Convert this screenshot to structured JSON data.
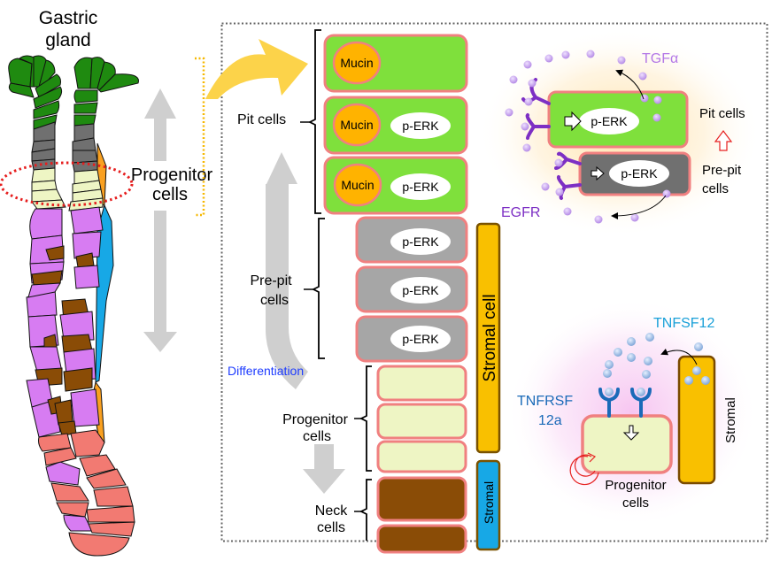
{
  "gland": {
    "title_line1": "Gastric",
    "title_line2": "gland",
    "progenitor_label_line1": "Progenitor",
    "progenitor_label_line2": "cells"
  },
  "column": {
    "pit_label": "Pit cells",
    "prepit_label_line1": "Pre-pit",
    "prepit_label_line2": "cells",
    "differentiation_label": "Differentiation",
    "progenitor_label_line1": "Progenitor",
    "progenitor_label_line2": "cells",
    "neck_label_line1": "Neck",
    "neck_label_line2": "cells",
    "mucin": "Mucin",
    "perk": "p-ERK",
    "stromal_cell_label": "Stromal cell",
    "stromal_label": "Stromal"
  },
  "egfr_panel": {
    "ligand": "TGFα",
    "receptor": "EGFR",
    "perk": "p-ERK",
    "pit_label": "Pit cells",
    "prepit_label_line1": "Pre-pit",
    "prepit_label_line2": "cells"
  },
  "tnf_panel": {
    "ligand": "TNFSF12",
    "receptor_line1": "TNFRSF",
    "receptor_line2": "12a",
    "stromal_label": "Stromal",
    "progenitor_label_line1": "Progenitor",
    "progenitor_label_line2": "cells"
  },
  "colors": {
    "pit_green": "#7fe03c",
    "gland_green": "#1f8a10",
    "prepit_gray": "#a6a6a6",
    "dark_gray": "#707070",
    "progenitor_cream": "#eef5c4",
    "neck_brown": "#8a4c06",
    "chief_pink": "#f27a72",
    "parietal_purple": "#d77cf2",
    "mucin_orange": "#ffb300",
    "stromal_yellow": "#f9c000",
    "stromal_blue": "#17a8e6",
    "border_salmon": "#f08080",
    "diff_blue": "#1e3cff",
    "tgf_purple": "#b478e6",
    "egfr_purple": "#7d2fc4",
    "tnf_blue": "#1aa0d8",
    "tnfr_blue": "#1a6ab8"
  }
}
